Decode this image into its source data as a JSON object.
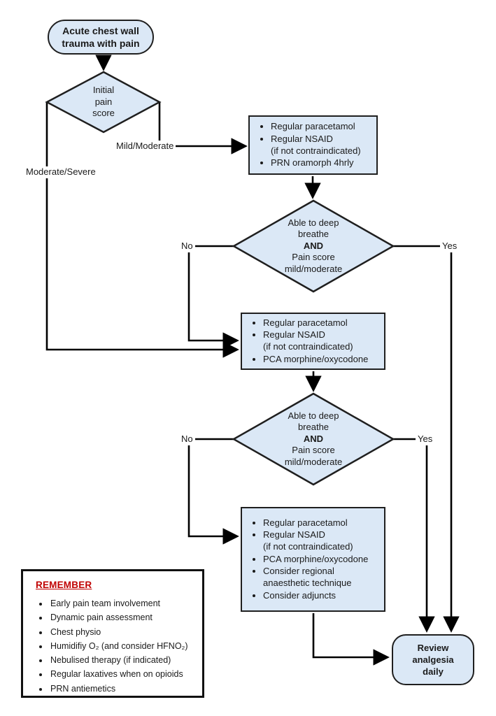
{
  "colors": {
    "node_fill": "#dbe8f6",
    "node_stroke": "#1f1f1f",
    "line": "#000000",
    "remember_heading": "#c00000",
    "canvas": "#ffffff"
  },
  "nodes": {
    "start": {
      "label": "Acute chest wall\ntrauma with pain"
    },
    "initial_score": {
      "label": "Initial\npain\nscore"
    },
    "mild_box": {
      "items": [
        "Regular paracetamol",
        "Regular NSAID\n(if not contraindicated)",
        "PRN oramorph 4hrly"
      ]
    },
    "decision1": {
      "line1": "Able to deep\nbreathe",
      "line2": "AND",
      "line3": "Pain score\nmild/moderate"
    },
    "pca_box": {
      "items": [
        "Regular paracetamol",
        "Regular NSAID\n(if not contraindicated)",
        "PCA morphine/oxycodone"
      ]
    },
    "decision2": {
      "line1": "Able to deep\nbreathe",
      "line2": "AND",
      "line3": "Pain score\nmild/moderate"
    },
    "escalation_box": {
      "items": [
        "Regular paracetamol",
        "Regular NSAID\n(if not contraindicated)",
        "PCA morphine/oxycodone",
        "Consider regional\nanaesthetic technique",
        "Consider adjuncts"
      ]
    },
    "review": {
      "label": "Review\nanalgesia\ndaily"
    }
  },
  "edge_labels": {
    "mild_moderate": "Mild/Moderate",
    "moderate_severe": "Moderate/Severe",
    "decision1_no": "No",
    "decision1_yes": "Yes",
    "decision2_no": "No",
    "decision2_yes": "Yes"
  },
  "remember": {
    "heading": "REMEMBER",
    "items": [
      "Early pain team involvement",
      "Dynamic pain assessment",
      "Chest physio",
      "Humidifiy O₂ (and consider HFNO₂)",
      "Nebulised therapy (if indicated)",
      "Regular laxatives when on opioids",
      "PRN antiemetics"
    ]
  }
}
